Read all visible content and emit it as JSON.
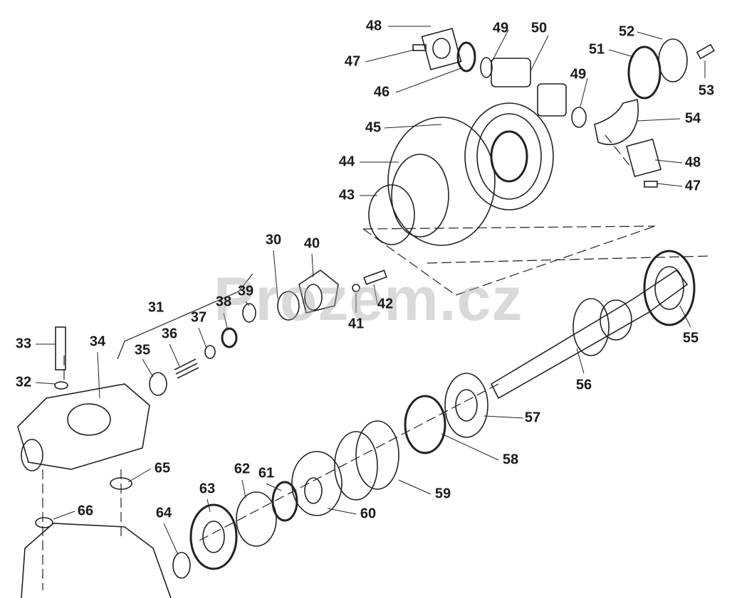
{
  "watermark": "Prozem.cz",
  "part_labels": [
    "48",
    "49",
    "50",
    "52",
    "47",
    "51",
    "53",
    "46",
    "49",
    "54",
    "45",
    "48",
    "44",
    "47",
    "43",
    "30",
    "40",
    "39",
    "38",
    "37",
    "31",
    "42",
    "41",
    "36",
    "35",
    "33",
    "34",
    "32",
    "55",
    "56",
    "57",
    "58",
    "59",
    "60",
    "61",
    "62",
    "63",
    "64",
    "65",
    "66"
  ]
}
